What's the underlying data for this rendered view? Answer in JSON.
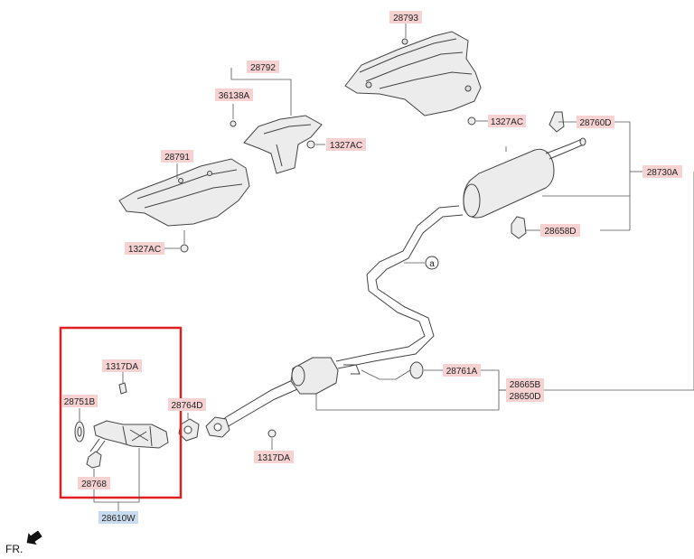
{
  "labels": {
    "p28793": "28793",
    "p28792": "28792",
    "p36138A": "36138A",
    "p1327AC_a": "1327AC",
    "p1327AC_b": "1327AC",
    "p1327AC_c": "1327AC",
    "p28791": "28791",
    "p28760D": "28760D",
    "p28730A": "28730A",
    "p28658D": "28658D",
    "ref_a": "a",
    "p1317DA_a": "1317DA",
    "p28751B": "28751B",
    "p28764D": "28764D",
    "p28768": "28768",
    "p28610W": "28610W",
    "p1317DA_b": "1317DA",
    "p28761A": "28761A",
    "p28665B": "28665B",
    "p28650D": "28650D"
  },
  "direction_label": "FR.",
  "colors": {
    "label_highlight": "#f6d2d2",
    "selected_label_highlight": "#c9dcef",
    "selection_box": "#e02020"
  }
}
